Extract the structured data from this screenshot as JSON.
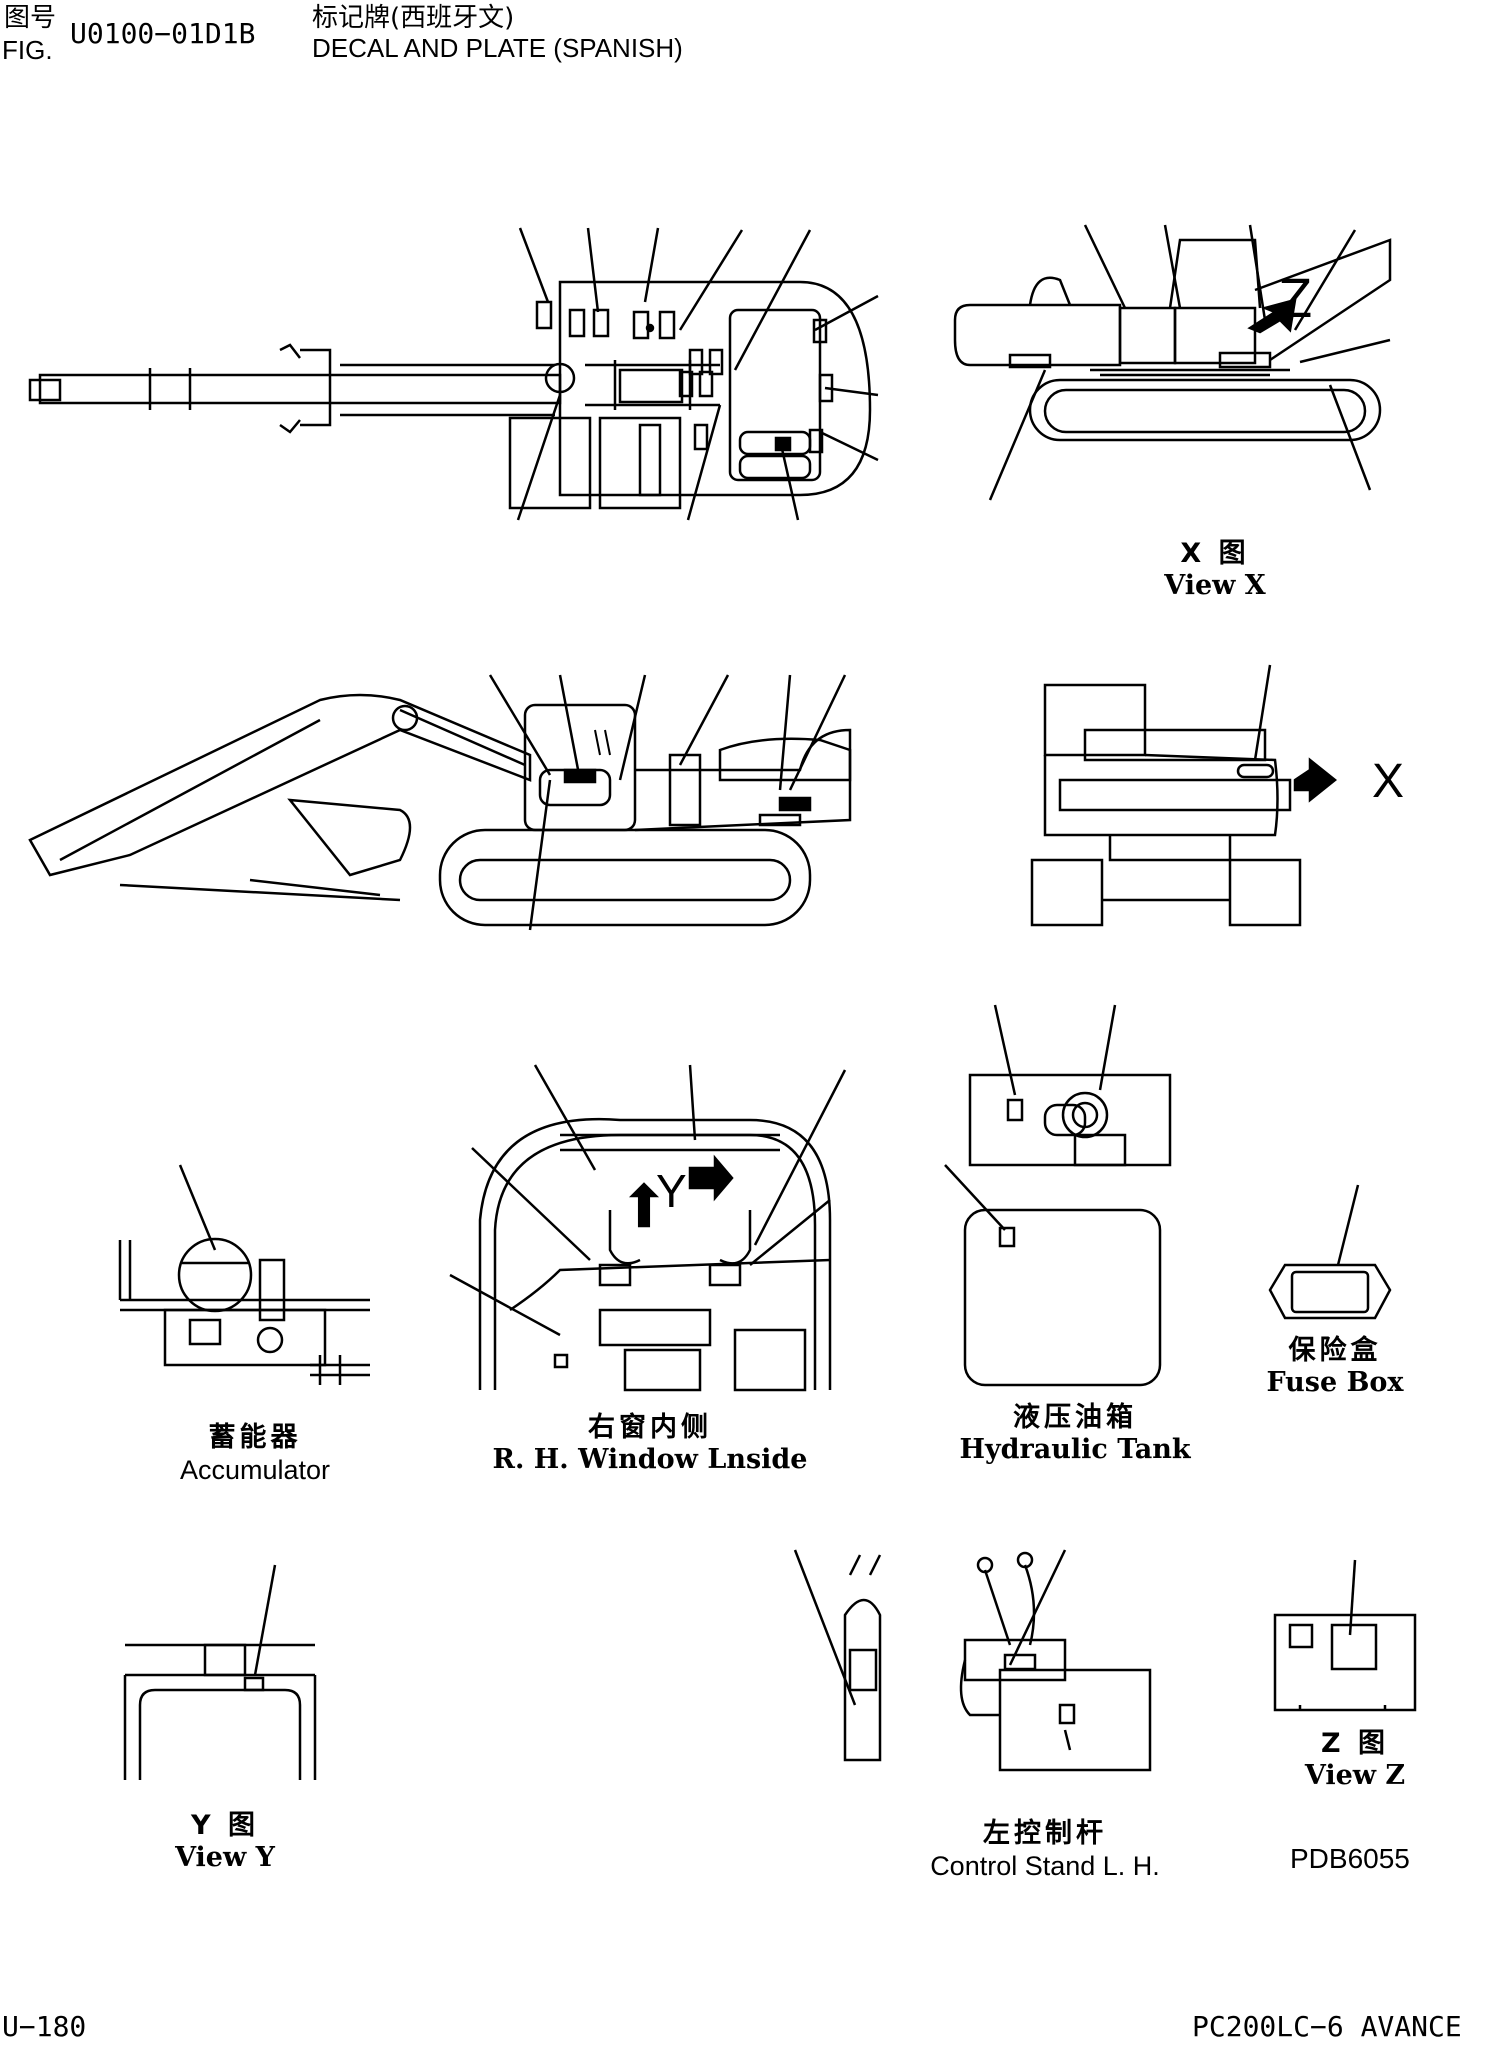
{
  "header": {
    "fig_zh": "图号",
    "fig_en": "FIG.",
    "fig_number": "U0100−01D1B",
    "title_zh": "标记牌(西班牙文)",
    "title_en": "DECAL AND PLATE (SPANISH)"
  },
  "views": {
    "view_x": {
      "zh": "X 图",
      "en": "View X"
    },
    "marker_x": "X",
    "marker_z": "Z",
    "marker_y": "Y",
    "accumulator": {
      "zh": "蓄能器",
      "en": "Accumulator"
    },
    "window": {
      "zh": "右窗内侧",
      "en": "R. H. Window Lnside"
    },
    "hydraulic_tank": {
      "zh": "液压油箱",
      "en": "Hydraulic Tank"
    },
    "fuse_box": {
      "zh": "保险盒",
      "en": "Fuse Box"
    },
    "view_y": {
      "zh": "Y 图",
      "en": "View Y"
    },
    "control_stand": {
      "zh": "左控制杆",
      "en": "Control Stand L. H."
    },
    "view_z": {
      "zh": "Z 图",
      "en": "View Z"
    }
  },
  "drawing_code": "PDB6055",
  "footer": {
    "page": "U−180",
    "model": "PC200LC−6 AVANCE"
  }
}
